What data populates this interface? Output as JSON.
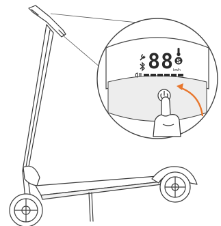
{
  "display": {
    "speed_digits": "88",
    "unit": "km/h",
    "mode_letter": "S",
    "battery_segments": 6
  },
  "icons": {
    "wrench": "wrench-icon",
    "bluetooth": "bluetooth-icon",
    "temperature": "thermometer-icon",
    "headlight": "headlight-icon",
    "power": "power-button-icon"
  },
  "colors": {
    "line": "#3a3a3a",
    "display_dark": "#2b2b2b",
    "arrow": "#e8772e",
    "panel_gray": "#bdbdbd"
  }
}
